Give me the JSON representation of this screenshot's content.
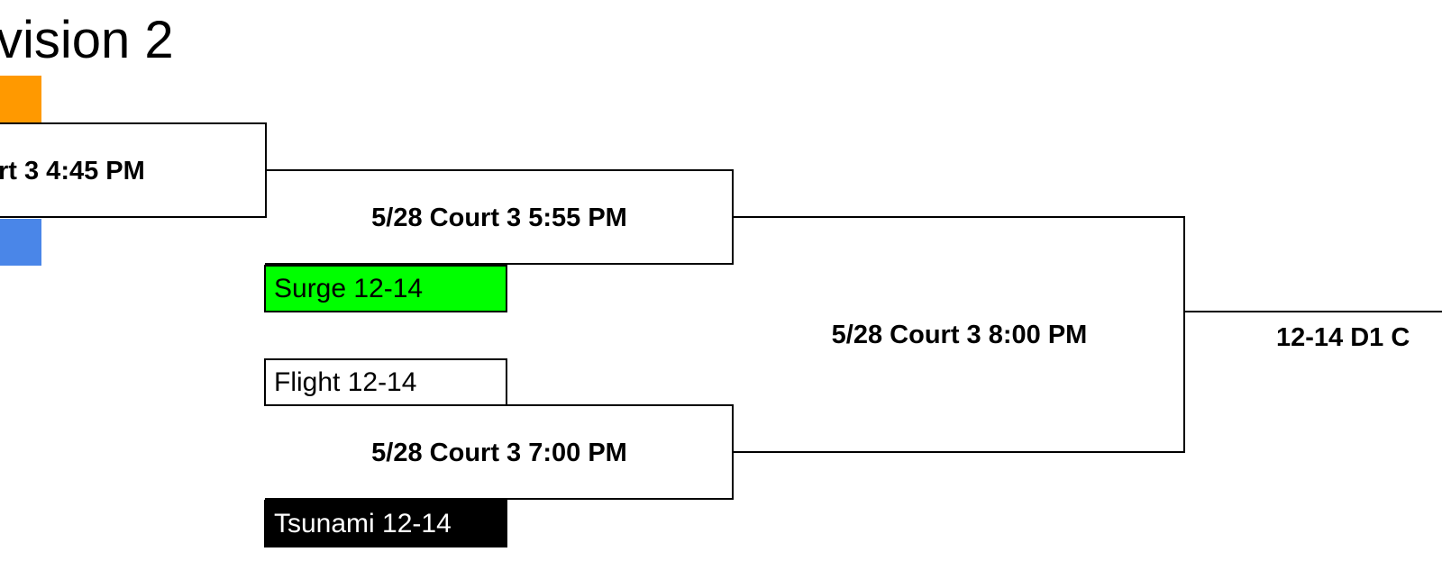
{
  "header": {
    "title_fragment": "vision 2"
  },
  "colors": {
    "orange_swatch": "#FF9900",
    "blue_swatch": "#4A86E8",
    "surge_fill": "#00FF00",
    "flight_fill": "#FFFFFF",
    "tsunami_fill": "#000000",
    "tsunami_text": "#FFFFFF"
  },
  "games": {
    "round1_partial": "rt 3 4:45 PM",
    "semifinal_top": "5/28 Court 3 5:55 PM",
    "semifinal_bottom": "5/28 Court 3 7:00 PM",
    "final": "5/28 Court 3 8:00 PM",
    "champion_partial": "12-14 D1 C"
  },
  "teams": {
    "surge": "Surge 12-14",
    "flight": "Flight 12-14",
    "tsunami": "Tsunami 12-14"
  }
}
